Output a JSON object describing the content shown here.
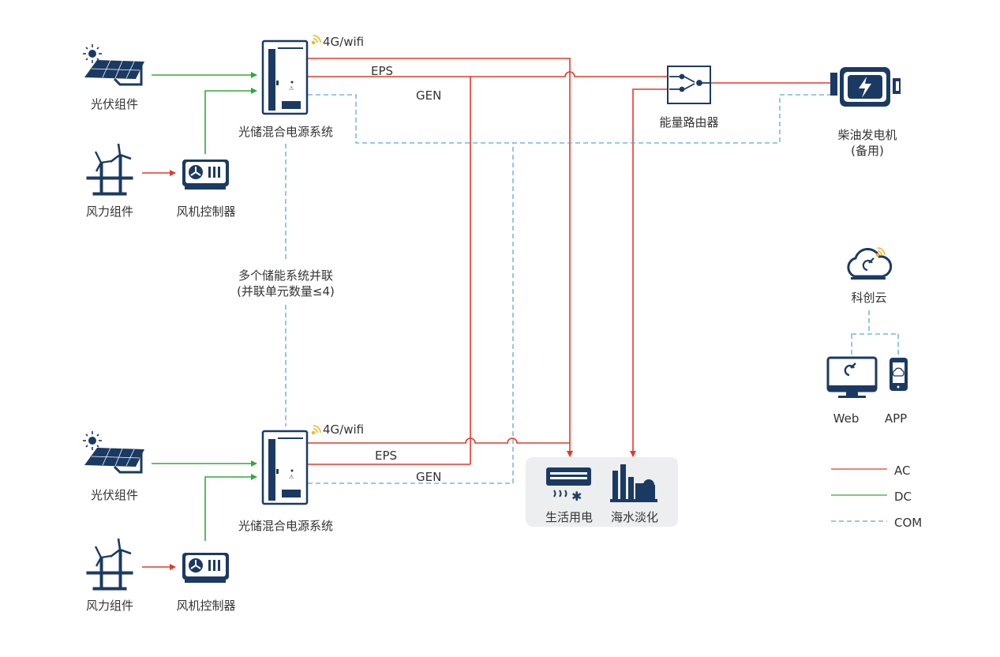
{
  "colors": {
    "ac": "#e23a2b",
    "dc": "#33a83b",
    "com": "#5aa9d6",
    "navy": "#1b3a63",
    "signal": "#f2b425",
    "panel_bg": "#eceeef"
  },
  "top_group": {
    "pv_label": "光伏组件",
    "wind_label": "风力组件",
    "wind_controller_label": "风机控制器",
    "system_label": "光储混合电源系统",
    "connectivity_label": "4G/wifi",
    "eps_label": "EPS",
    "gen_label": "GEN"
  },
  "bottom_group": {
    "pv_label": "光伏组件",
    "wind_label": "风力组件",
    "wind_controller_label": "风机控制器",
    "system_label": "光储混合电源系统",
    "connectivity_label": "4G/wifi",
    "eps_label": "EPS",
    "gen_label": "GEN"
  },
  "parallel_note": {
    "line1": "多个储能系统并联",
    "line2": "(并联单元数量≤4)"
  },
  "router_label": "能量路由器",
  "generator": {
    "line1": "柴油发电机",
    "line2": "(备用)"
  },
  "loads": {
    "household_label": "生活用电",
    "desalination_label": "海水淡化"
  },
  "cloud": {
    "label": "科创云",
    "web_label": "Web",
    "app_label": "APP"
  },
  "legend": [
    {
      "label": "AC",
      "color": "#e23a2b",
      "style": "solid"
    },
    {
      "label": "DC",
      "color": "#33a83b",
      "style": "solid"
    },
    {
      "label": "COM",
      "color": "#5aa9d6",
      "style": "dashed"
    }
  ]
}
